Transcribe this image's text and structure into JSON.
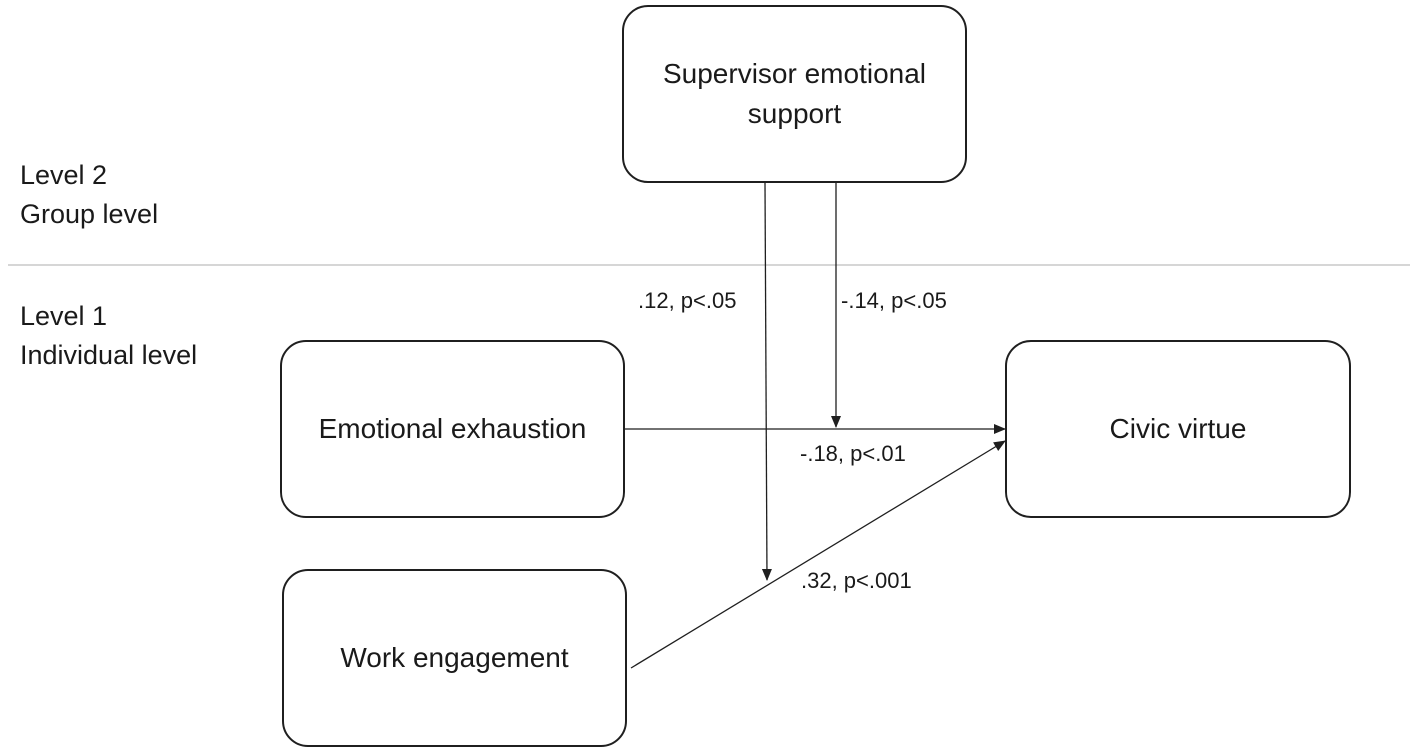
{
  "levels": {
    "level2": {
      "line1": "Level 2",
      "line2": "Group level"
    },
    "level1": {
      "line1": "Level 1",
      "line2": "Individual level"
    }
  },
  "nodes": {
    "supervisor": {
      "label": "Supervisor emotional support"
    },
    "exhaustion": {
      "label": "Emotional exhaustion"
    },
    "engagement": {
      "label": "Work engagement"
    },
    "civic": {
      "label": "Civic virtue"
    }
  },
  "paths": {
    "moderation_engagement": {
      "label": ".12, p<.05"
    },
    "moderation_exhaustion": {
      "label": "-.14, p<.05"
    },
    "exhaustion_civic": {
      "label": "-.18, p<.01"
    },
    "engagement_civic": {
      "label": ".32, p<.001"
    }
  },
  "colors": {
    "line": "#1f1f1f",
    "divider": "#c8c8c8"
  }
}
